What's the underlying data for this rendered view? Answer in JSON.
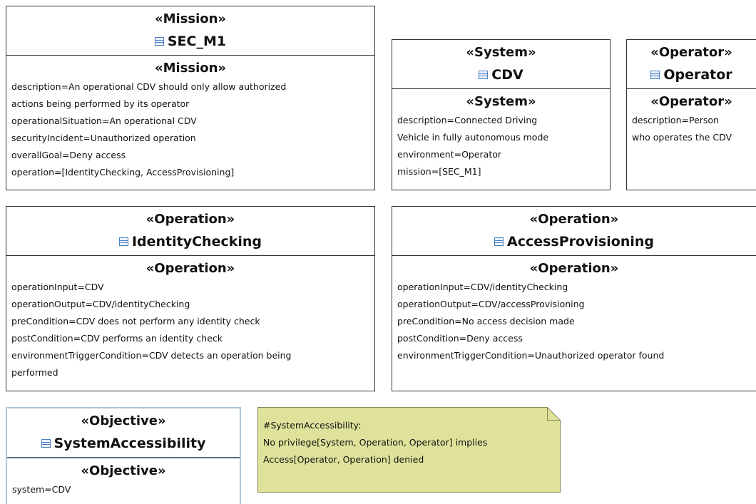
{
  "blocks": {
    "mission": {
      "stereotype": "«Mission»",
      "name": "SEC_M1",
      "compartment_stereotype": "«Mission»",
      "properties": [
        "description=An operational CDV should only allow authorized",
        "actions being performed by its operator",
        "operationalSituation=An operational CDV",
        "securityIncident=Unauthorized operation",
        "overallGoal=Deny access",
        "operation=[IdentityChecking, AccessProvisioning]"
      ]
    },
    "system": {
      "stereotype": "«System»",
      "name": "CDV",
      "compartment_stereotype": "«System»",
      "properties": [
        "description=Connected Driving",
        "Vehicle in fully autonomous mode",
        "environment=Operator",
        "mission=[SEC_M1]"
      ]
    },
    "operator": {
      "stereotype": "«Operator»",
      "name": "Operator",
      "compartment_stereotype": "«Operator»",
      "properties": [
        "description=Person",
        "who operates the CDV"
      ]
    },
    "identity_checking": {
      "stereotype": "«Operation»",
      "name": "IdentityChecking",
      "compartment_stereotype": "«Operation»",
      "properties": [
        "operationInput=CDV",
        "operationOutput=CDV/identityChecking",
        "preCondition=CDV does not perform any identity check",
        "postCondition=CDV performs an identity check",
        "environmentTriggerCondition=CDV detects an operation being",
        "performed"
      ]
    },
    "access_provisioning": {
      "stereotype": "«Operation»",
      "name": "AccessProvisioning",
      "compartment_stereotype": "«Operation»",
      "properties": [
        "operationInput=CDV/identityChecking",
        "operationOutput=CDV/accessProvisioning",
        "preCondition=No access decision made",
        "postCondition=Deny access",
        "environmentTriggerCondition=Unauthorized operator found"
      ]
    },
    "objective": {
      "stereotype": "«Objective»",
      "name": "SystemAccessibility",
      "compartment_stereotype": "«Objective»",
      "properties": [
        "system=CDV"
      ]
    }
  },
  "note": {
    "lines": [
      "#SystemAccessibility:",
      "No privilege[System, Operation, Operator] implies",
      "Access[Operator, Operation] denied"
    ]
  },
  "colors": {
    "note_fill": "#dfe29a",
    "note_border": "#8a8a5a",
    "objective_border": "#a9c9d4",
    "icon_color": "#4a7fc1"
  },
  "icon_name": "block-icon"
}
